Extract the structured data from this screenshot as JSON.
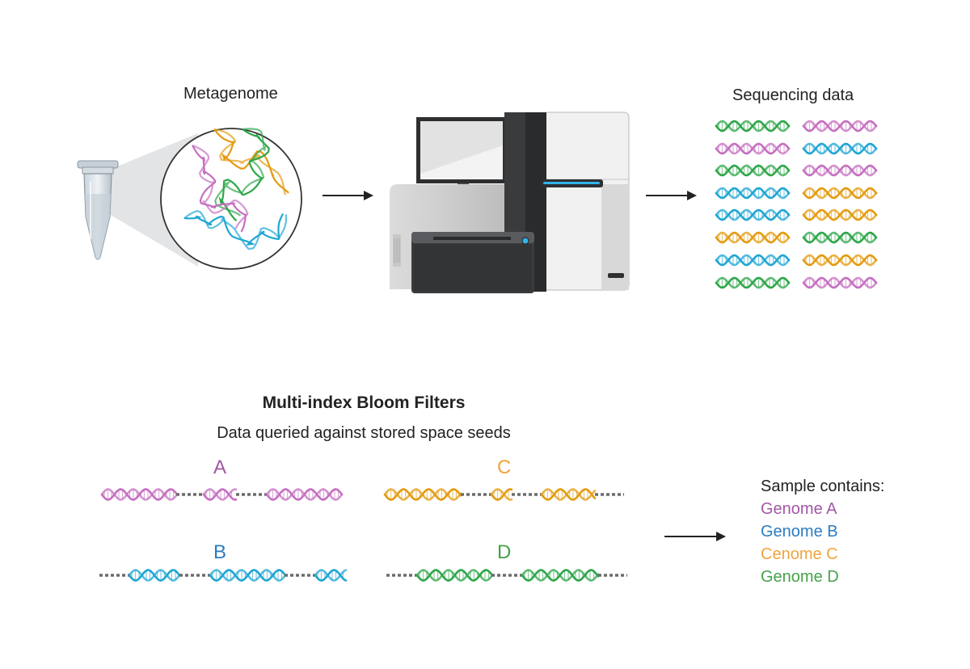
{
  "colors": {
    "pink": "#c56fc0",
    "blue": "#1fa6d3",
    "orange": "#e39b10",
    "green": "#2ea64a",
    "genome_a_text": "#a257a6",
    "genome_b_text": "#2b7cc1",
    "genome_c_text": "#f0a43c",
    "genome_d_text": "#45a24a"
  },
  "top": {
    "metagenome_label": "Metagenome",
    "sequencing_label": "Sequencing data",
    "read_colors_left": [
      "green",
      "pink",
      "green",
      "blue",
      "blue",
      "orange",
      "blue",
      "green"
    ],
    "read_colors_right": [
      "pink",
      "blue",
      "pink",
      "orange",
      "orange",
      "green",
      "orange",
      "pink"
    ]
  },
  "bloom": {
    "title": "Multi-index Bloom Filters",
    "subtitle": "Data queried against stored space seeds",
    "genomes": [
      {
        "letter": "A",
        "color": "pink"
      },
      {
        "letter": "B",
        "color": "blue"
      },
      {
        "letter": "C",
        "color": "orange"
      },
      {
        "letter": "D",
        "color": "green"
      }
    ]
  },
  "result": {
    "heading": "Sample contains:",
    "items": [
      "Genome A",
      "Genome B",
      "Cenome C",
      "Genome D"
    ]
  }
}
